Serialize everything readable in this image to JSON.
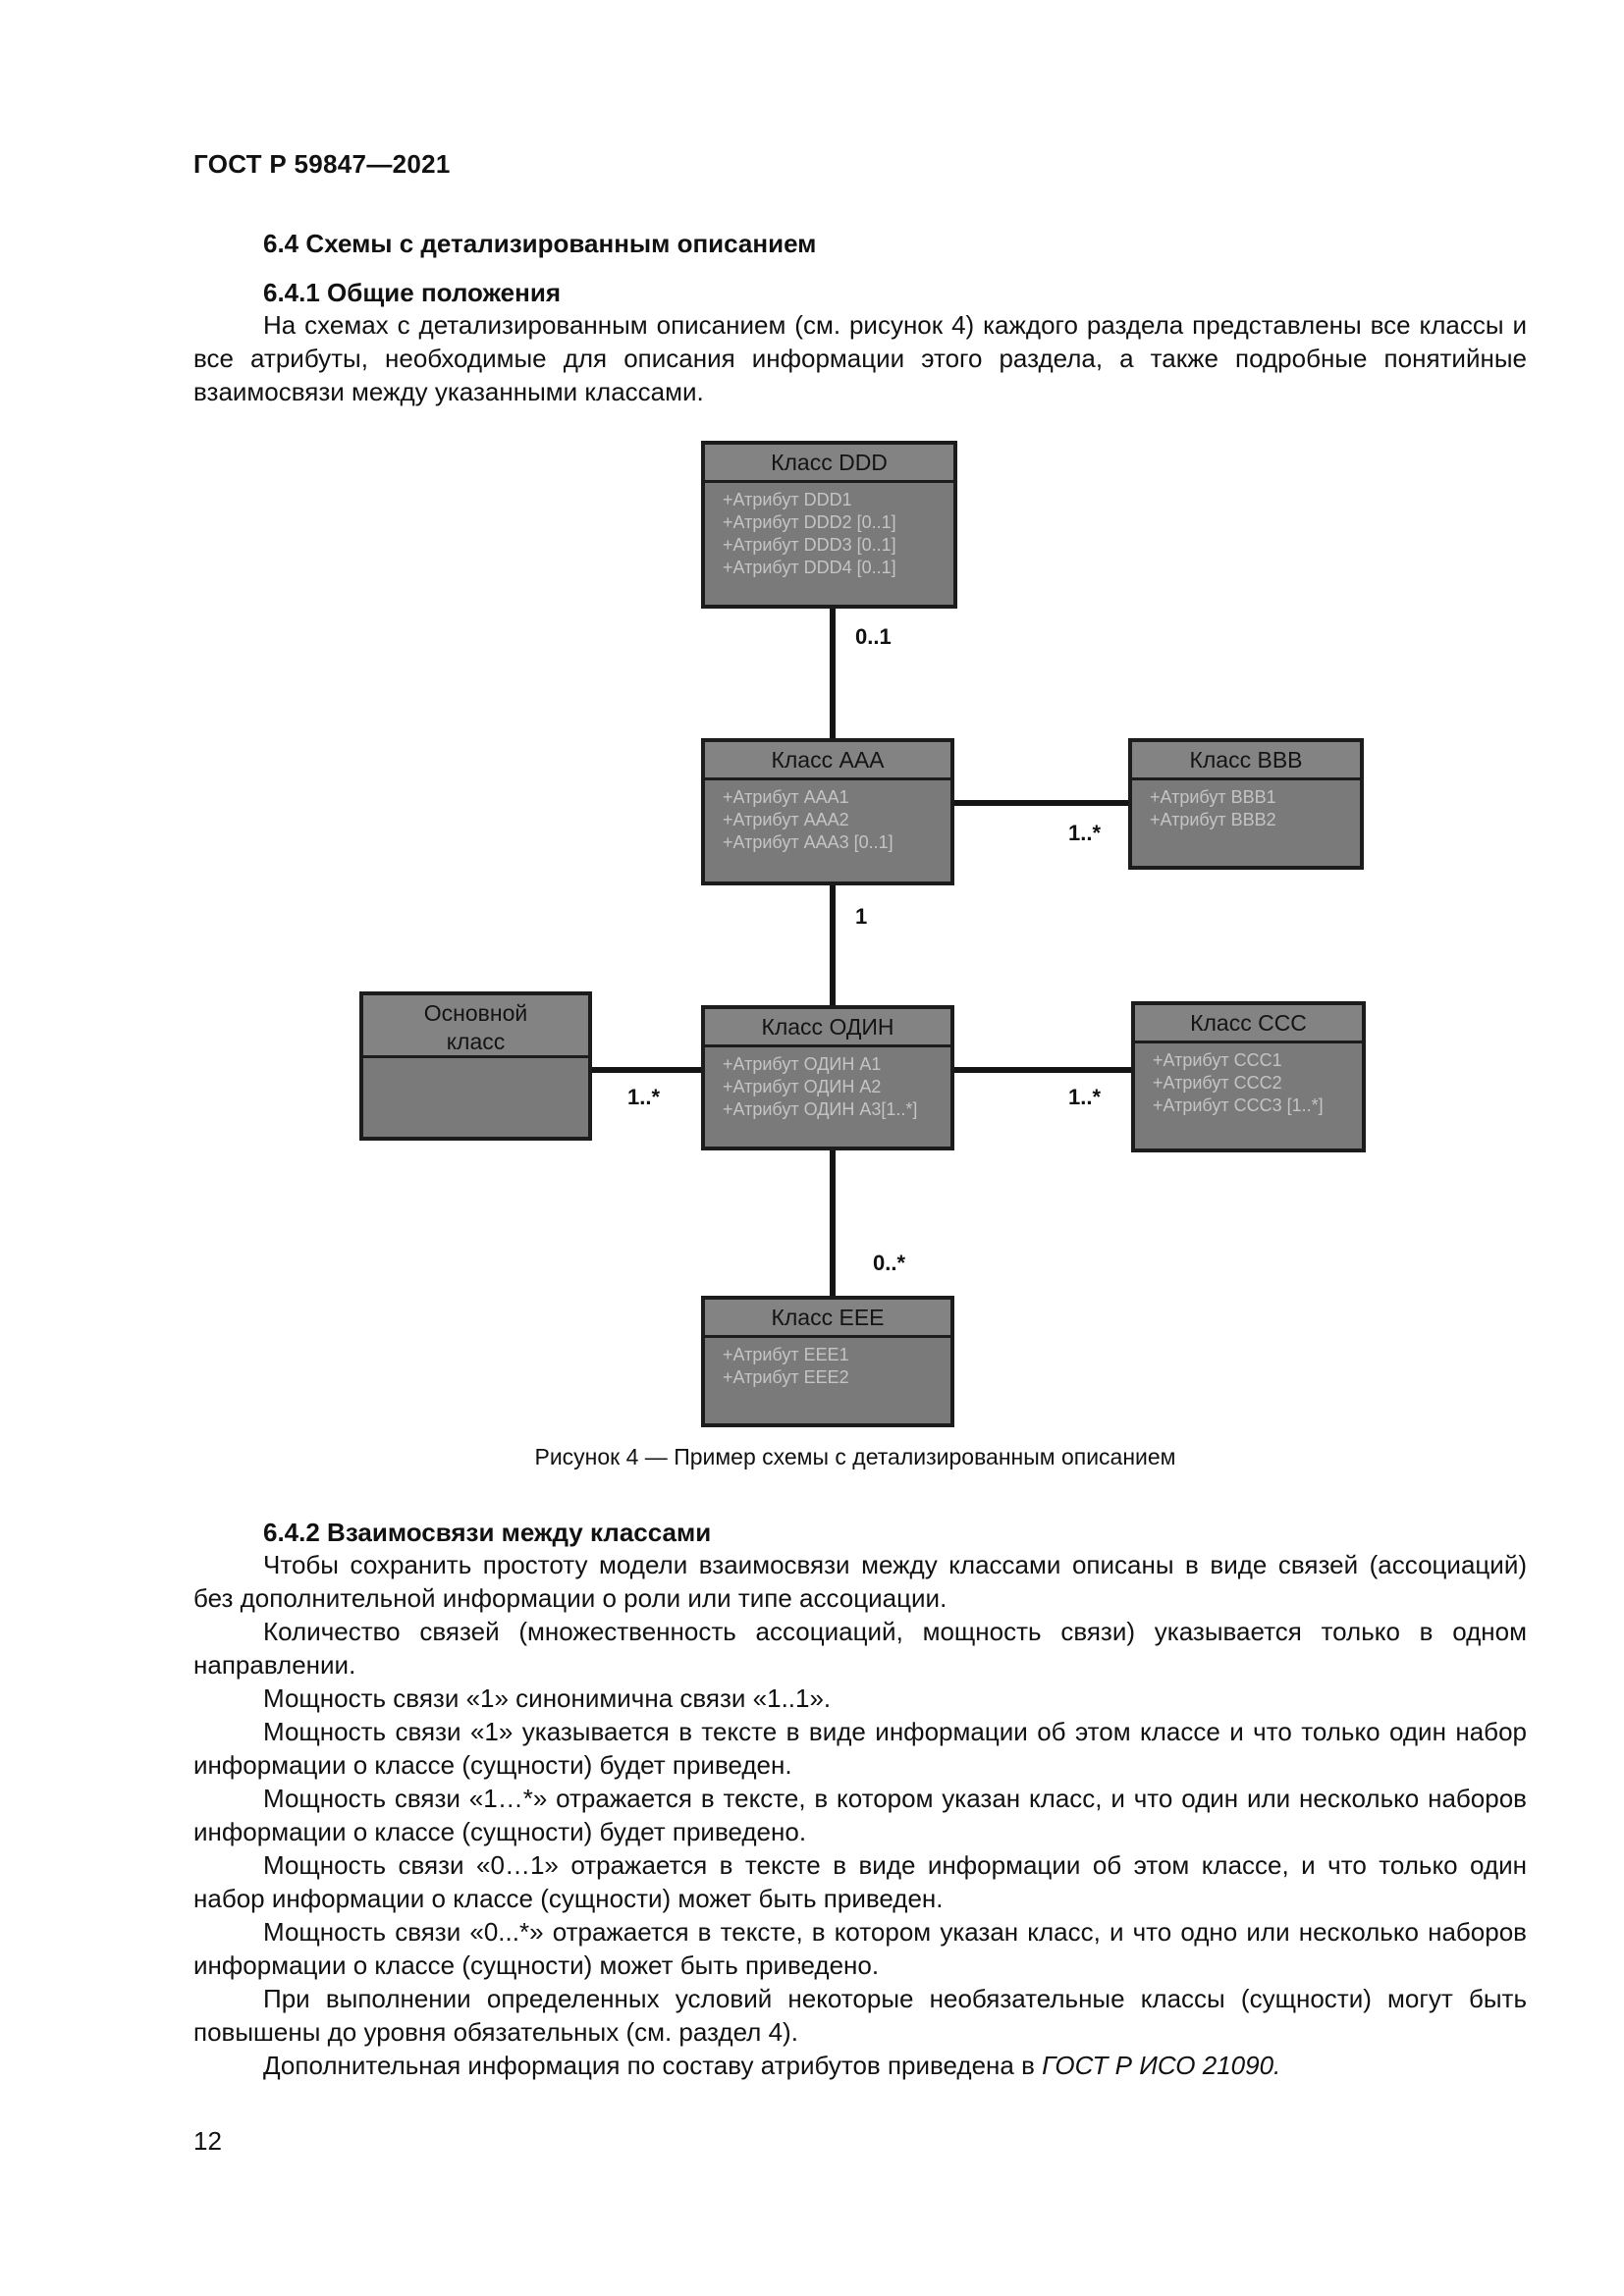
{
  "header": {
    "doc_id": "ГОСТ Р 59847—2021"
  },
  "section": {
    "title": "6.4 Схемы с детализированным описанием"
  },
  "subsection1": {
    "title": "6.4.1 Общие положения",
    "para": "На схемах с детализированным описанием (см. рисунок 4) каждого раздела представлены все классы и все атрибуты, необходимые для описания информации этого раздела, а также подробные понятийные взаимосвязи между указанными классами."
  },
  "diagram": {
    "ddd": {
      "title": "Класс DDD",
      "attrs": [
        "+Атрибут DDD1",
        "+Атрибут DDD2 [0..1]",
        "+Атрибут DDD3 [0..1]",
        "+Атрибут DDD4 [0..1]"
      ]
    },
    "aaa": {
      "title": "Класс  AAA",
      "attrs": [
        "+Атрибут AAA1",
        "+Атрибут AAA2",
        "+Атрибут AAA3 [0..1]"
      ]
    },
    "bbb": {
      "title": "Класс BBB",
      "attrs": [
        "+Атрибут BBB1",
        "+Атрибут BBB2"
      ]
    },
    "main": {
      "title_line1": "Основной",
      "title_line2": "класс"
    },
    "odin": {
      "title": "Класс ОДИН",
      "attrs": [
        "+Атрибут ОДИН A1",
        "+Атрибут ОДИН A2",
        "+Атрибут ОДИН A3[1..*]"
      ]
    },
    "ccc": {
      "title": "Класс CCC",
      "attrs": [
        "+Атрибут CCC1",
        "+Атрибут CCC2",
        "+Атрибут CCC3 [1..*]"
      ]
    },
    "eee": {
      "title": "Класс EEE",
      "attrs": [
        "+Атрибут EEE1",
        "+Атрибут EEE2"
      ]
    },
    "mult": {
      "ddd_aaa": "0..1",
      "aaa_bbb": "1..*",
      "aaa_odin": "1",
      "main_odin": "1..*",
      "odin_ccc": "1..*",
      "odin_eee": "0..*"
    }
  },
  "caption": "Рисунок 4 — Пример схемы с детализированным описанием",
  "subsection2": {
    "title": "6.4.2 Взаимосвязи между классами",
    "paras": [
      "Чтобы сохранить простоту модели взаимосвязи между классами описаны в виде связей (ассоциаций) без дополнительной информации о роли или типе ассоциации.",
      "Количество связей (множественность ассоциаций, мощность связи) указывается только в одном направлении.",
      "Мощность связи «1» синонимична связи «1..1».",
      "Мощность связи «1» указывается в тексте в виде информации об этом классе и что только один набор информации о классе (сущности) будет приведен.",
      "Мощность связи «1…*» отражается в тексте, в котором указан класс, и что один или несколько наборов информации о классе (сущности) будет приведено.",
      "Мощность связи «0…1» отражается в тексте в виде информации об этом классе, и что только один набор информации о классе (сущности) может быть приведен.",
      "Мощность связи «0...*» отражается в тексте, в котором указан класс, и что одно или несколько наборов информации о классе (сущности) может быть приведено.",
      "При выполнении определенных условий некоторые необязательные классы (сущности) могут быть повышены до уровня обязательных (см. раздел 4)."
    ],
    "last_para_text": "Дополнительная информация по составу атрибутов приведена в ",
    "last_para_ref": "ГОСТ Р ИСО 21090."
  },
  "page_number": "12"
}
